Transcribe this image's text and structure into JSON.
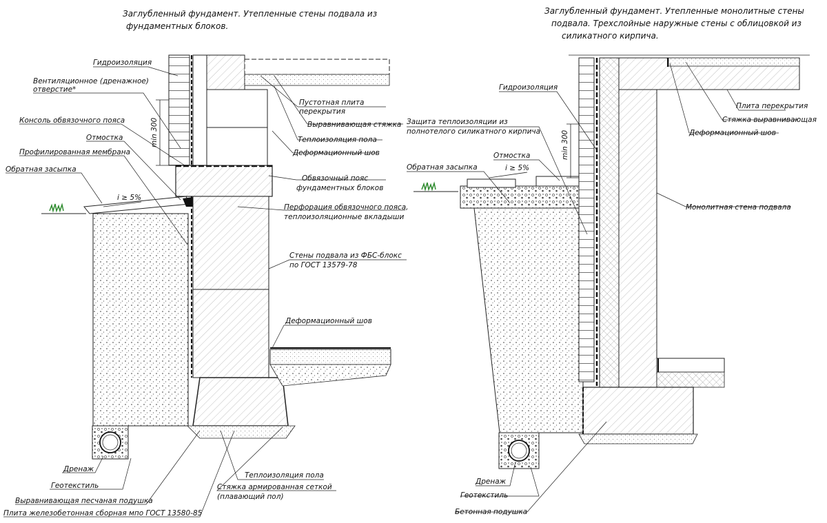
{
  "left": {
    "title_line1": "Заглубленный фундамент. Утепленные стены подвала из",
    "title_line2": "фундаментных блоков.",
    "dim_min300": "min 300",
    "slope": "i ≥ 5%",
    "labels": {
      "waterproofing": "Гидроизоляция",
      "vent_hole_1": "Вентиляционное (дренажное)",
      "vent_hole_2": "отверстие*",
      "console": "Консоль обвязочного пояса",
      "blind_area": "Отмостка",
      "profiled_membrane": "Профилированная мембрана",
      "backfill": "Обратная засыпка",
      "hollow_slab_1": "Пустотная плита",
      "hollow_slab_2": "перекрытия",
      "leveling_screed": "Выравнивающая стяжка",
      "floor_insulation_top": "Теплоизоляция пола",
      "expansion_joint_top": "Деформационный шов",
      "ring_beam_1": "Обвязочный пояс",
      "ring_beam_2": "фундаментных блоков",
      "perforation_1": "Перфорация обвязочного пояса,",
      "perforation_2": "теплоизоляционные вкладыши",
      "walls_fbs_1": "Стены подвала из ФБС-блокс",
      "walls_fbs_2": "по ГОСТ 13579-78",
      "expansion_joint_floor": "Деформационный шов",
      "drainage": "Дренаж",
      "geotextile": "Геотекстиль",
      "sand_cushion": "Выравнивающая песчаная подушка",
      "rc_slab": "Плита железобетонная сборная мпо ГОСТ 13580-85",
      "floor_insulation_bottom": "Теплоизоляция пола",
      "mesh_screed_1": "Стяжка армированная сеткой",
      "mesh_screed_2": "(плавающий пол)"
    }
  },
  "right": {
    "title_line1": "Заглубленный фундамент. Утепленные монолитные стены",
    "title_line2": "подвала. Трехслойные наружные стены с облицовкой из",
    "title_line3": "силикатного кирпича.",
    "dim_min300": "min 300",
    "slope": "i ≥ 5%",
    "labels": {
      "waterproofing": "Гидроизоляция",
      "protection_1": "Защита теплоизоляции из",
      "protection_2": "полнотелого силикатного кирпича",
      "blind_area": "Отмостка",
      "backfill": "Обратная засыпка",
      "floor_slab": "Плита перекрытия",
      "leveling_screed": "Стяжка выравнивающая",
      "expansion_joint": "Деформационный шов",
      "monolithic_wall": "Монолитная стена подвала",
      "drainage": "Дренаж",
      "geotextile": "Геотекстиль",
      "concrete_cushion": "Бетонная подушка"
    }
  }
}
